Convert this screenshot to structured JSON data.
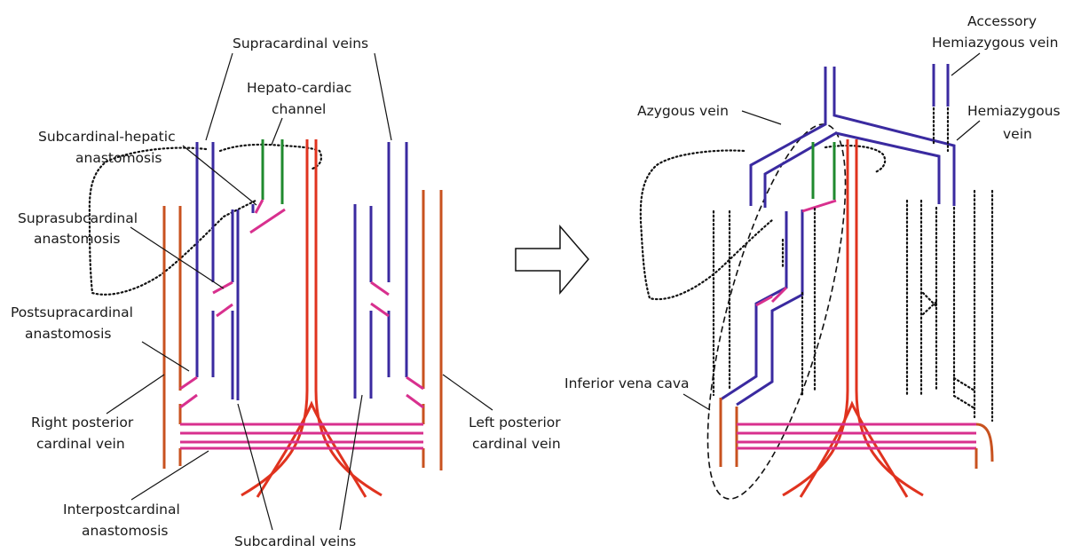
{
  "labels": {
    "supracardinal_veins": "Supracardinal veins",
    "hepato_cardiac_l1": "Hepato-cardiac",
    "hepato_cardiac_l2": "channel",
    "subcardinal_hepatic_l1": "Subcardinal-hepatic",
    "subcardinal_hepatic_l2": "anastomosis",
    "suprasubcardinal_l1": "Suprasubcardinal",
    "suprasubcardinal_l2": "anastomosis",
    "postsupracardinal_l1": "Postsupracardinal",
    "postsupracardinal_l2": "anastomosis",
    "right_posterior_l1": "Right posterior",
    "right_posterior_l2": "cardinal vein",
    "left_posterior_l1": "Left posterior",
    "left_posterior_l2": "cardinal vein",
    "interpostcardinal_l1": "Interpostcardinal",
    "interpostcardinal_l2": "anastomosis",
    "subcardinal_veins": "Subcardinal veins",
    "accessory_l1": "Accessory",
    "accessory_l2": "Hemiazygous vein",
    "azygous_vein": "Azygous vein",
    "hemiazygous_l1": "Hemiazygous",
    "hemiazygous_l2": "vein",
    "inferior_vena_cava": "Inferior vena cava"
  },
  "colors": {
    "aorta_red": "#e0331f",
    "supracardinal_blue": "#3a2aa0",
    "anastomosis_magenta": "#d8308e",
    "hepatic_green": "#1f8a2e",
    "posterior_cardinal_orange": "#c8521f"
  },
  "icons": {
    "transition_arrow": "right-arrow-icon"
  }
}
